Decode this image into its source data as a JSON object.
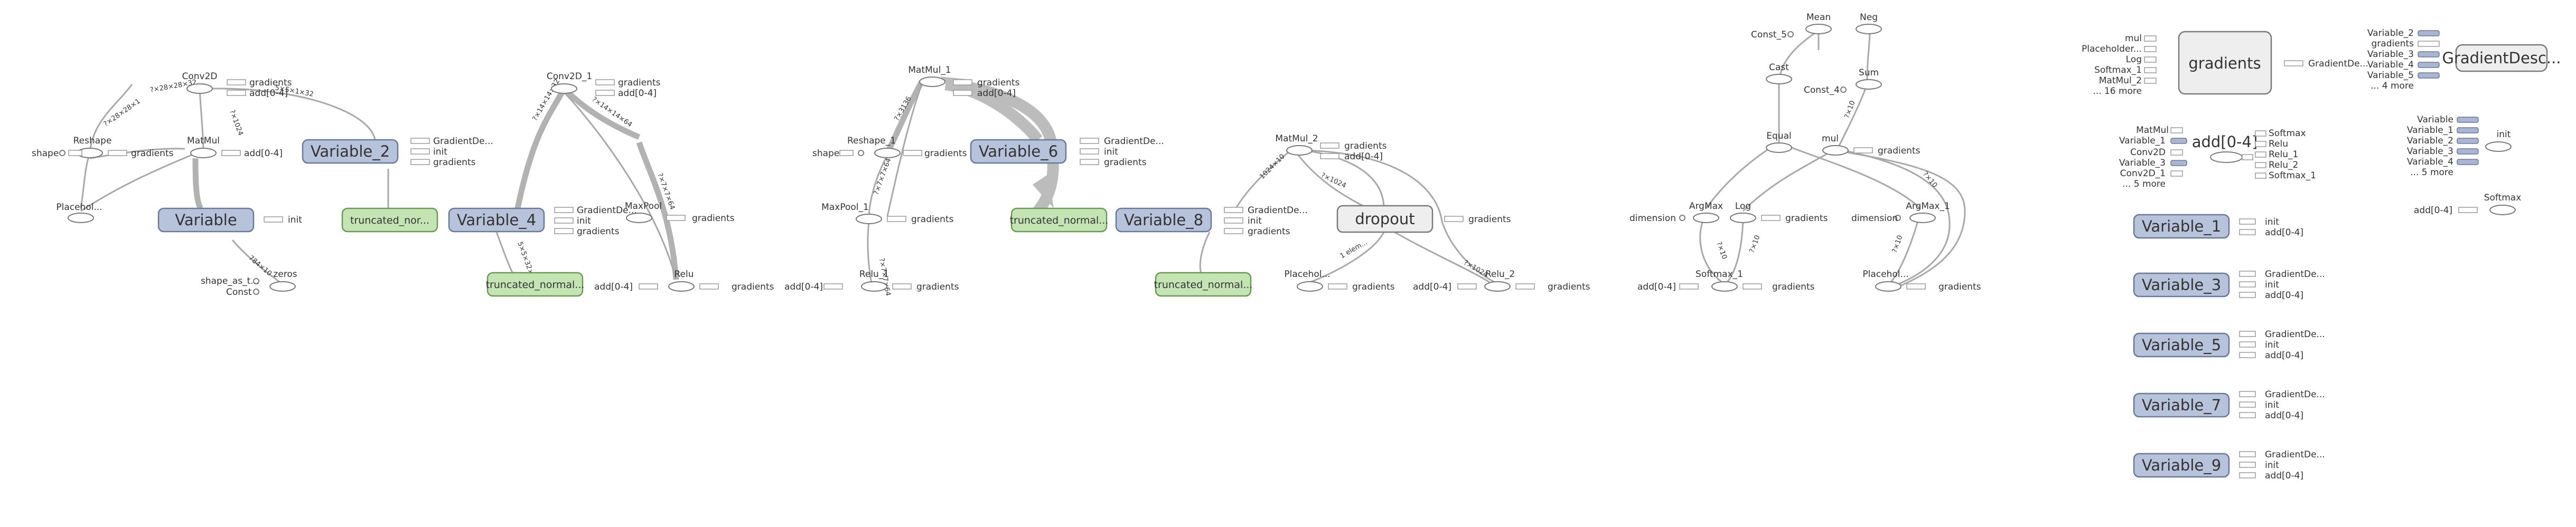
{
  "blocks": {
    "b1": {
      "conv2d": "Conv2D",
      "reshape": "Reshape",
      "matmul": "MatMul",
      "placeholder": "Placehol...",
      "shape": "shape",
      "variable": "Variable",
      "variable_2": "Variable_2",
      "truncated": "truncated_nor...",
      "zeros": "zeros",
      "shape_as": "shape_as_t...",
      "const": "Const",
      "gradients": "gradients",
      "add": "add[0-4]",
      "init": "init",
      "gradientde": "GradientDe..."
    },
    "b2": {
      "conv2d_1": "Conv2D_1",
      "variable_4": "Variable_4",
      "maxpool": "MaxPool",
      "relu": "Relu",
      "truncated": "truncated_normal...",
      "add": "add[0-4]",
      "gradients": "gradients",
      "init": "init",
      "gradientde": "GradientDe..."
    },
    "b3": {
      "matmul_1": "MatMul_1",
      "reshape_1": "Reshape_1",
      "shape": "shape",
      "maxpool_1": "MaxPool_1",
      "relu_1": "Relu_1",
      "add": "add[0-4]",
      "variable_6": "Variable_6",
      "truncated": "truncated_normal...",
      "gradients": "gradients",
      "add_04": "add[0-4]",
      "init": "init",
      "gradientde": "GradientDe..."
    },
    "b4": {
      "matmul_2": "MatMul_2",
      "variable_8": "Variable_8",
      "dropout": "dropout",
      "truncated": "truncated_normal...",
      "placeholder": "Placehol...",
      "relu_2": "Relu_2",
      "add": "add[0-4]",
      "gradients": "gradients",
      "init": "init",
      "gradientde": "GradientDe..."
    },
    "b5": {
      "mean": "Mean",
      "neg": "Neg",
      "const_5": "Const_5",
      "cast": "Cast",
      "sum": "Sum",
      "const_4": "Const_4",
      "equal": "Equal",
      "mul": "mul",
      "argmax": "ArgMax",
      "log": "Log",
      "argmax_1": "ArgMax_1",
      "dimension": "dimension",
      "softmax_1": "Softmax_1",
      "placeholder": "Placehol...",
      "add": "add[0-4]",
      "gradients": "gradients"
    },
    "b6": {
      "gradients": "gradients",
      "gd_short": "GradientDe...",
      "inputs": [
        "mul",
        "Placeholder...",
        "Log",
        "Softmax_1",
        "MatMul_2",
        "... 16 more"
      ],
      "gradient_descent": "GradientDesc...",
      "gd_inputs": [
        "Variable_2",
        "gradients",
        "Variable_3",
        "Variable_4",
        "Variable_5",
        "... 4 more"
      ],
      "add04": "add[0-4]",
      "add_inputs": [
        "MatMul",
        "Variable_1",
        "Conv2D",
        "Variable_3",
        "Conv2D_1",
        "... 5 more"
      ],
      "add_outputs": [
        "Softmax",
        "Relu",
        "Relu_1",
        "Relu_2",
        "Softmax_1"
      ],
      "init": "init",
      "init_inputs": [
        "Variable",
        "Variable_1",
        "Variable_2",
        "Variable_3",
        "Variable_4",
        "... 5 more"
      ],
      "softmax": "Softmax",
      "softmax_in": "add[0-4]",
      "var1": "Variable_1",
      "var3": "Variable_3",
      "var5": "Variable_5",
      "var7": "Variable_7",
      "var9": "Variable_9",
      "v_init": "init",
      "v_add": "add[0-4]",
      "v_gd": "GradientDe..."
    }
  }
}
